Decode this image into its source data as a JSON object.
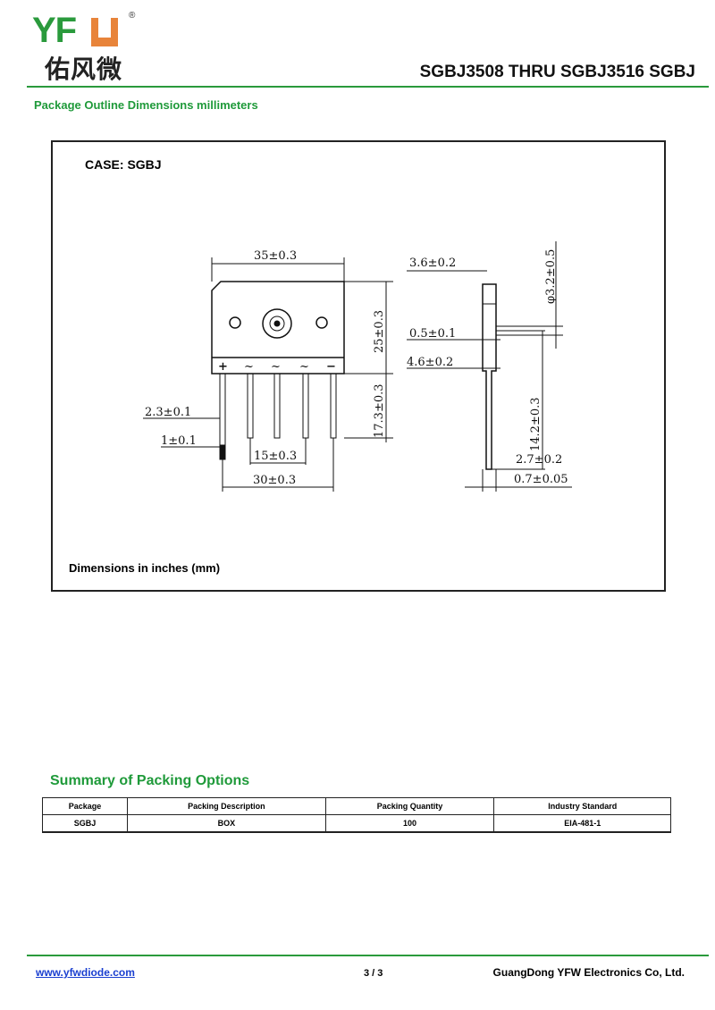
{
  "header": {
    "logo_text": "YFW",
    "logo_cn": "佑风微",
    "registered": "®",
    "title": "SGBJ3508 THRU SGBJ3516  SGBJ"
  },
  "section_title": "Package Outline Dimensions millimeters",
  "drawing": {
    "case_label": "CASE: SGBJ",
    "units_note": "Dimensions in inches (mm)",
    "terminals": [
      "+",
      "~",
      "~",
      "~",
      "−"
    ],
    "dims": {
      "width": "35±0.3",
      "height": "25±0.3",
      "lead_len": "17.3±0.3",
      "lead_w": "2.3±0.1",
      "lead_t": "1±0.1",
      "pitch": "15±0.3",
      "span": "30±0.3",
      "side_top": "3.6±0.2",
      "hole": "φ3.2±0.5",
      "side_a": "0.5±0.1",
      "side_b": "4.6±0.2",
      "side_lead": "14.2±0.3",
      "side_c": "2.7±0.2",
      "side_d": "0.7±0.05"
    }
  },
  "packing": {
    "title": "Summary of Packing Options",
    "headers": [
      "Package",
      "Packing Description",
      "Packing Quantity",
      "Industry Standard"
    ],
    "row": [
      "SGBJ",
      "BOX",
      "100",
      "EIA-481-1"
    ]
  },
  "footer": {
    "url": "www.yfwdiode.com",
    "page": "3 / 3",
    "company": "GuangDong YFW Electronics Co, Ltd."
  }
}
